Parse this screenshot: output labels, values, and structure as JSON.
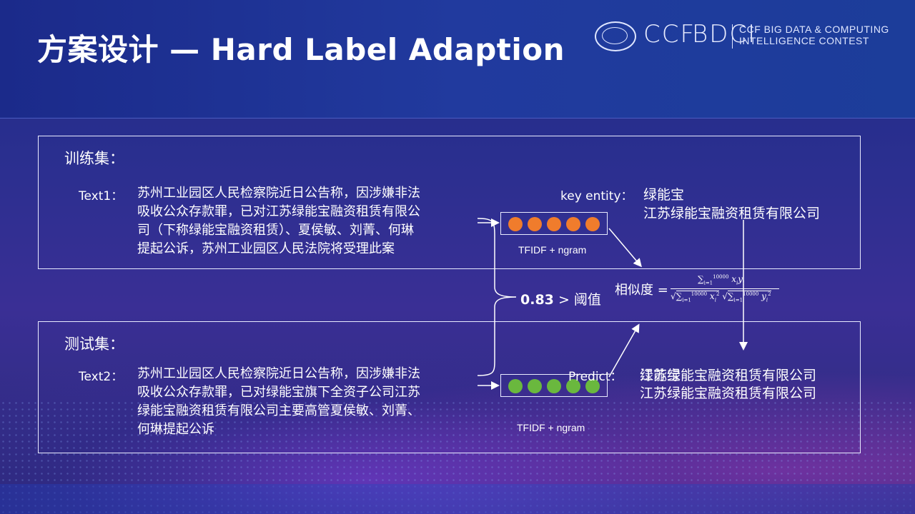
{
  "title": "方案设计 — Hard Label Adaption",
  "logo": {
    "ccf": "CCF",
    "bdci": "BDCI",
    "line1": "CCF BIG DATA & COMPUTING",
    "line2": "INTELLIGENCE CONTEST"
  },
  "train": {
    "heading": "训练集：",
    "text_label": "Text1：",
    "lines": [
      "苏州工业园区人民检察院近日公告称，因涉嫌非法",
      "吸收公众存款罪，已对江苏绿能宝融资租赁有限公",
      "司（下称绿能宝融资租赁）、夏侯敏、刘菁、何琳",
      "提起公诉，苏州工业园区人民法院将受理此案"
    ],
    "vector_label": "TFIDF + ngram",
    "vector_color": "#f07c2c",
    "key_entity_label": "key entity：",
    "key_entities": [
      "绿能宝",
      "江苏绿能宝融资租赁有限公司"
    ]
  },
  "test": {
    "heading": "测试集：",
    "text_label": "Text2：",
    "lines": [
      "苏州工业园区人民检察院近日公告称，因涉嫌非法",
      "吸收公众存款罪，已对绿能宝旗下全资子公司江苏",
      "绿能宝融资租赁有限公司主要高管夏侯敏、刘菁、",
      "何琳提起公诉"
    ],
    "vector_label": "TFIDF + ngram",
    "vector_color": "#6ab83e",
    "predict_label": "Predict：",
    "predict_overlap": "绿能宝",
    "predictions": [
      "江苏绿能宝融资租赁有限公司",
      "江苏绿能宝融资租赁有限公司"
    ]
  },
  "threshold": {
    "value": "0.83",
    "text": "> 阈值"
  },
  "similarity": {
    "label": "相似度 =",
    "numerator": "∑i=1 10000 xiyi",
    "denominator": "√∑i=1 10000 xi²  √∑i=1 10000 yi²"
  }
}
